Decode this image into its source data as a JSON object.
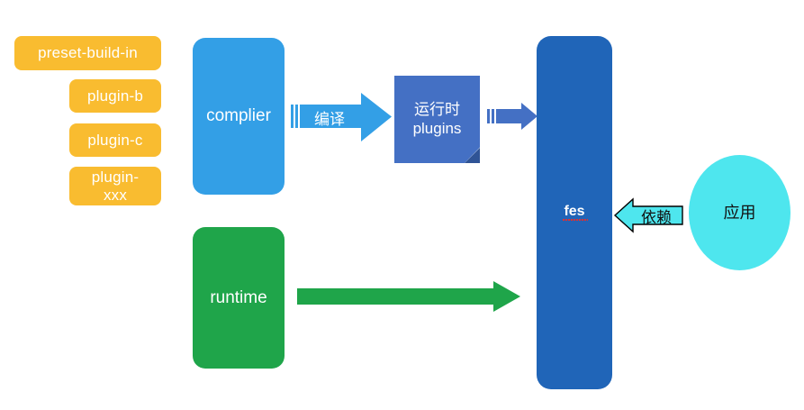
{
  "diagram": {
    "title": "fes architecture diagram",
    "background": "#ffffff",
    "colors": {
      "plugin_orange": "#f9bc30",
      "complier_blue": "#339fe6",
      "runtime_green": "#1fa54a",
      "fes_dark_blue": "#2065b8",
      "runtime_plugins_blue": "#4470c4",
      "fold_shadow": "#2f5496",
      "app_cyan": "#4ee6ee",
      "spellcheck_red": "#e03030",
      "outline_black": "#000000"
    },
    "plugins": [
      {
        "label": "preset-build-in"
      },
      {
        "label": "plugin-b"
      },
      {
        "label": "plugin-c"
      },
      {
        "label": "plugin-",
        "label2": "xxx"
      }
    ],
    "complier": {
      "label": "complier"
    },
    "runtime": {
      "label": "runtime"
    },
    "runtime_plugins": {
      "line1": "运行时",
      "line2": "plugins"
    },
    "fes": {
      "label": "fes"
    },
    "app": {
      "label": "应用"
    },
    "arrows": {
      "compile": {
        "label": "编译"
      },
      "plugins_to_fes": {
        "label": ""
      },
      "runtime_to_fes": {
        "label": ""
      },
      "dependency": {
        "label": "依赖"
      }
    }
  }
}
